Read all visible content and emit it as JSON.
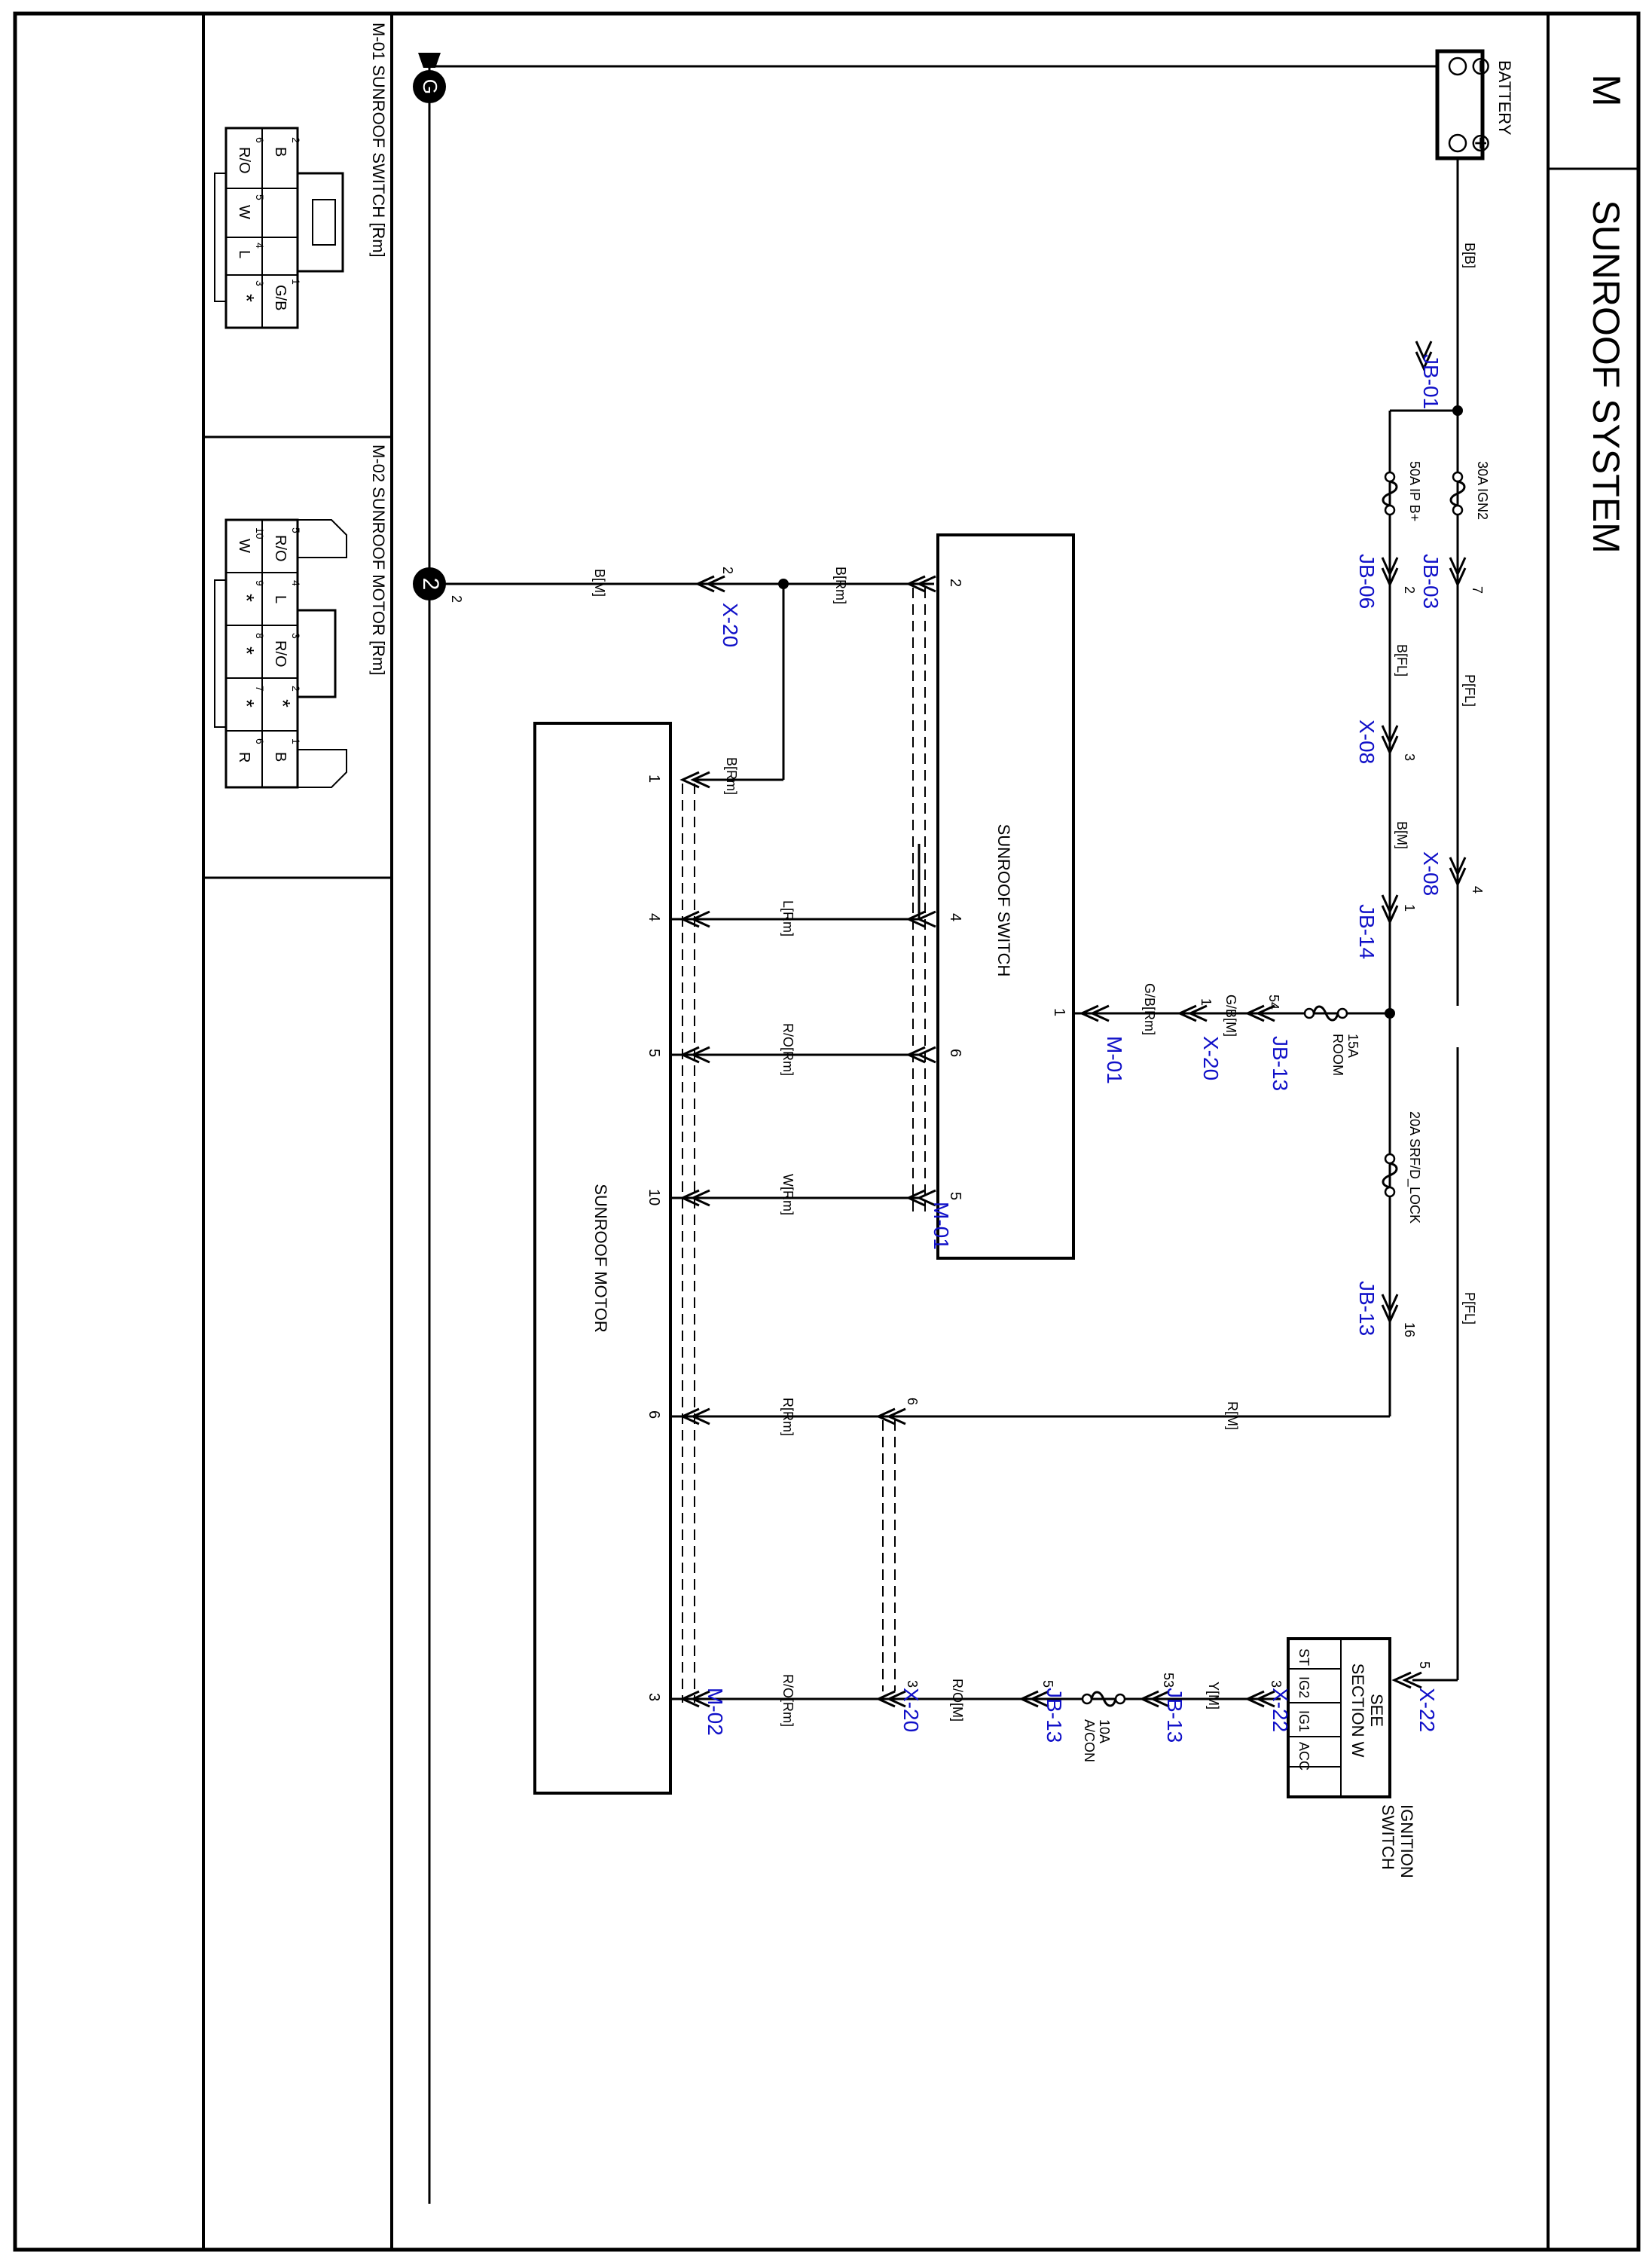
{
  "sheet": {
    "section_letter": "M",
    "title": "SUNROOF SYSTEM"
  },
  "components": {
    "battery": {
      "label": "BATTERY",
      "neg_symbol": "⊖",
      "pos_symbol": "⊕"
    },
    "sunroof_switch": {
      "label": "SUNROOF SWITCH",
      "connector": "M-01"
    },
    "sunroof_motor": {
      "label": "SUNROOF MOTOR",
      "connector": "M-02"
    },
    "ignition_switch": {
      "label_line1": "IGNITION",
      "label_line2": "SWITCH",
      "see_line1": "SEE",
      "see_line2": "SECTION W",
      "positions": [
        "ST",
        "IG2",
        "IG1",
        "ACC"
      ]
    },
    "ground_main": {
      "symbol": "G"
    },
    "ground_2": {
      "number": "2",
      "pin": "2"
    }
  },
  "fuses": [
    {
      "id": "f_ign2",
      "label": "30A IGN2"
    },
    {
      "id": "f_ipb",
      "label": "50A IP B+"
    },
    {
      "id": "f_room_amp",
      "label": "15A"
    },
    {
      "id": "f_room_name",
      "label": "ROOM"
    },
    {
      "id": "f_srf",
      "label": "20A SRF/D_LOCK"
    },
    {
      "id": "f_acon_amp",
      "label": "10A"
    },
    {
      "id": "f_acon_name",
      "label": "A/CON"
    }
  ],
  "connectors": [
    {
      "id": "c_jb01",
      "label": "JB-01"
    },
    {
      "id": "c_jb03",
      "label": "JB-03",
      "pin": "7"
    },
    {
      "id": "c_jb06",
      "label": "JB-06",
      "pin": "2"
    },
    {
      "id": "c_x08a",
      "label": "X-08",
      "pin": "3"
    },
    {
      "id": "c_x08b",
      "label": "X-08",
      "pin": "4"
    },
    {
      "id": "c_jb14",
      "label": "JB-14",
      "pin": "1"
    },
    {
      "id": "c_jb13a",
      "label": "JB-13",
      "pin": "54"
    },
    {
      "id": "c_x20a",
      "label": "X-20",
      "pin": "1"
    },
    {
      "id": "c_m01a",
      "label": "M-01"
    },
    {
      "id": "c_jb13b",
      "label": "JB-13",
      "pin": "16"
    },
    {
      "id": "c_m01b",
      "label": "M-01"
    },
    {
      "id": "c_x20b",
      "label": "X-20",
      "pin": "2"
    },
    {
      "id": "c_x22a",
      "label": "X-22",
      "pin": "5"
    },
    {
      "id": "c_x22b",
      "label": "X-22",
      "pin": "3"
    },
    {
      "id": "c_jb13c",
      "label": "JB-13",
      "pin": "53"
    },
    {
      "id": "c_jb13d",
      "label": "JB-13",
      "pin": "5"
    },
    {
      "id": "c_x20c",
      "label": "X-20",
      "pin": "3"
    },
    {
      "id": "c_m02",
      "label": "M-02"
    },
    {
      "id": "c_x20d_pin",
      "label": "",
      "pin": "6"
    }
  ],
  "wires": [
    {
      "id": "w_bb",
      "label": "B[B]"
    },
    {
      "id": "w_pfl_top",
      "label": "P[FL]"
    },
    {
      "id": "w_bfl",
      "label": "B[FL]"
    },
    {
      "id": "w_bm_top",
      "label": "B[M]"
    },
    {
      "id": "w_gbm",
      "label": "G/B[M]"
    },
    {
      "id": "w_gbrm",
      "label": "G/B[Rm]"
    },
    {
      "id": "w_pfl_mid",
      "label": "P[FL]"
    },
    {
      "id": "w_rm_mid",
      "label": "R[M]"
    },
    {
      "id": "w_bm_gnd",
      "label": "B[M]"
    },
    {
      "id": "w_brm_sw",
      "label": "B[Rm]"
    },
    {
      "id": "w_brm_mot",
      "label": "B[Rm]"
    },
    {
      "id": "w_lrm",
      "label": "L[Rm]"
    },
    {
      "id": "w_rorm_5",
      "label": "R/O[Rm]"
    },
    {
      "id": "w_wrm",
      "label": "W[Rm]"
    },
    {
      "id": "w_rrm",
      "label": "R[Rm]"
    },
    {
      "id": "w_rorm_3",
      "label": "R/O[Rm]"
    },
    {
      "id": "w_rom",
      "label": "R/O[M]"
    },
    {
      "id": "w_ym",
      "label": "Y[M]"
    }
  ],
  "switch_pins": [
    "2",
    "4",
    "6",
    "5",
    "1"
  ],
  "motor_pins": [
    "1",
    "4",
    "5",
    "10",
    "6",
    "3"
  ],
  "connector_views": {
    "m01": {
      "title": "M-01 SUNROOF SWITCH [Rm]",
      "cells": [
        {
          "num": "2",
          "wire": "B"
        },
        {
          "num": "1",
          "wire": "G/B"
        },
        {
          "num": "6",
          "wire": "R/O"
        },
        {
          "num": "5",
          "wire": "W"
        },
        {
          "num": "4",
          "wire": "L"
        },
        {
          "num": "3",
          "wire": "*"
        }
      ]
    },
    "m02": {
      "title": "M-02 SUNROOF MOTOR [Rm]",
      "cells": [
        {
          "num": "5",
          "wire": "R/O"
        },
        {
          "num": "4",
          "wire": "L"
        },
        {
          "num": "3",
          "wire": "R/O"
        },
        {
          "num": "2",
          "wire": "*"
        },
        {
          "num": "1",
          "wire": "B"
        },
        {
          "num": "10",
          "wire": "W"
        },
        {
          "num": "9",
          "wire": "*"
        },
        {
          "num": "8",
          "wire": "*"
        },
        {
          "num": "7",
          "wire": "*"
        },
        {
          "num": "6",
          "wire": "R"
        }
      ]
    }
  }
}
